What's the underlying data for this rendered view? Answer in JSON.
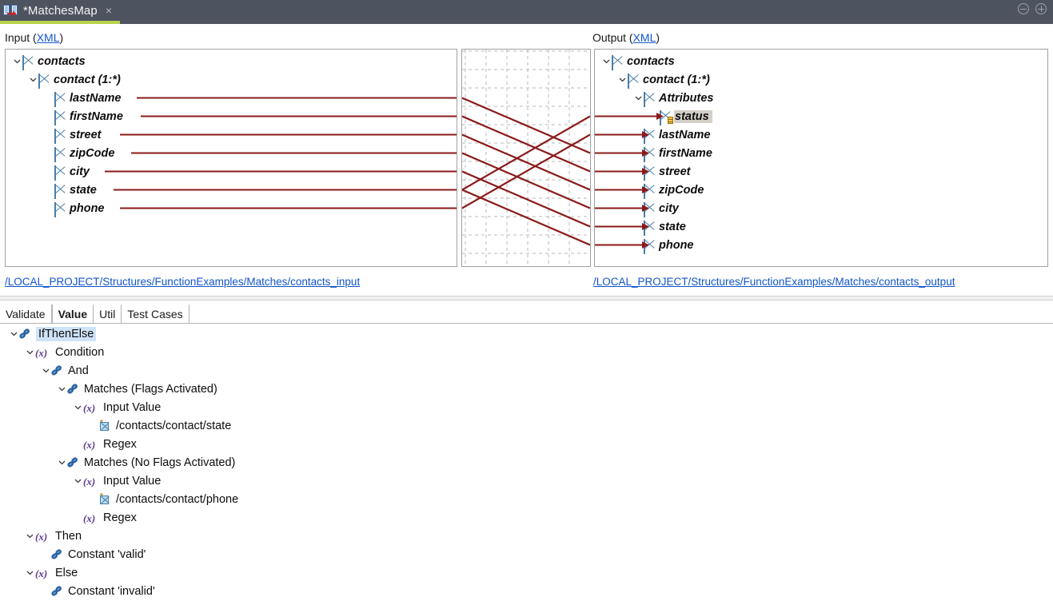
{
  "titlebar": {
    "tab_label": "*MatchesMap",
    "close_label": "×",
    "icon": "mapping-icon",
    "minimize_icon": "minimize-icon",
    "maximize_icon": "maximize-icon"
  },
  "mapping": {
    "input_label": "Input (",
    "input_link": "XML",
    "input_label_end": ")",
    "output_label": "Output (",
    "output_link": "XML",
    "output_label_end": ")",
    "input_path": "/LOCAL_PROJECT/Structures/FunctionExamples/Matches/contacts_input",
    "output_path": "/LOCAL_PROJECT/Structures/FunctionExamples/Matches/contacts_output",
    "line_color": "#8b1a1a",
    "grid_color": "#b8b8b8",
    "input_tree": [
      {
        "label": "contacts",
        "depth": 0,
        "expanded": true,
        "icon": "xml-element-icon"
      },
      {
        "label": "contact (1:*)",
        "depth": 1,
        "expanded": true,
        "icon": "xml-element-icon"
      },
      {
        "label": "lastName",
        "depth": 2,
        "expanded": false,
        "icon": "xml-element-icon"
      },
      {
        "label": "firstName",
        "depth": 2,
        "expanded": false,
        "icon": "xml-element-icon"
      },
      {
        "label": "street",
        "depth": 2,
        "expanded": false,
        "icon": "xml-element-icon"
      },
      {
        "label": "zipCode",
        "depth": 2,
        "expanded": false,
        "icon": "xml-element-icon"
      },
      {
        "label": "city",
        "depth": 2,
        "expanded": false,
        "icon": "xml-element-icon"
      },
      {
        "label": "state",
        "depth": 2,
        "expanded": false,
        "icon": "xml-element-icon"
      },
      {
        "label": "phone",
        "depth": 2,
        "expanded": false,
        "icon": "xml-element-icon"
      }
    ],
    "output_tree": [
      {
        "label": "contacts",
        "depth": 0,
        "expanded": true,
        "icon": "xml-element-icon",
        "selected": false
      },
      {
        "label": "contact (1:*)",
        "depth": 1,
        "expanded": true,
        "icon": "xml-element-icon",
        "selected": false
      },
      {
        "label": "Attributes",
        "depth": 2,
        "expanded": true,
        "icon": "xml-element-icon",
        "selected": false
      },
      {
        "label": "status",
        "depth": 3,
        "expanded": false,
        "icon": "xml-attribute-icon",
        "selected": true
      },
      {
        "label": "lastName",
        "depth": 2,
        "expanded": false,
        "icon": "xml-element-icon",
        "selected": false
      },
      {
        "label": "firstName",
        "depth": 2,
        "expanded": false,
        "icon": "xml-element-icon",
        "selected": false
      },
      {
        "label": "street",
        "depth": 2,
        "expanded": false,
        "icon": "xml-element-icon",
        "selected": false
      },
      {
        "label": "zipCode",
        "depth": 2,
        "expanded": false,
        "icon": "xml-element-icon",
        "selected": false
      },
      {
        "label": "city",
        "depth": 2,
        "expanded": false,
        "icon": "xml-element-icon",
        "selected": false
      },
      {
        "label": "state",
        "depth": 2,
        "expanded": false,
        "icon": "xml-element-icon",
        "selected": false
      },
      {
        "label": "phone",
        "depth": 2,
        "expanded": false,
        "icon": "xml-element-icon",
        "selected": false
      }
    ],
    "connections": [
      {
        "from": "lastName",
        "to": "firstName"
      },
      {
        "from": "firstName",
        "to": "street"
      },
      {
        "from": "street",
        "to": "zipCode"
      },
      {
        "from": "zipCode",
        "to": "city"
      },
      {
        "from": "city",
        "to": "state"
      },
      {
        "from": "state",
        "to": "phone"
      },
      {
        "from": "state",
        "to": "status"
      },
      {
        "from": "phone",
        "to": "lastName"
      }
    ]
  },
  "bottom": {
    "tabs": [
      {
        "label": "Validate",
        "active": false
      },
      {
        "label": "Value",
        "active": true
      },
      {
        "label": "Util",
        "active": false
      },
      {
        "label": "Test Cases",
        "active": false
      }
    ],
    "tree": [
      {
        "label": "IfThenElse",
        "depth": 0,
        "expanded": true,
        "icon": "function-icon",
        "selected": true
      },
      {
        "label": "Condition",
        "depth": 1,
        "expanded": true,
        "icon": "value-icon",
        "selected": false
      },
      {
        "label": "And",
        "depth": 2,
        "expanded": true,
        "icon": "function-icon",
        "selected": false
      },
      {
        "label": "Matches (Flags Activated)",
        "depth": 3,
        "expanded": true,
        "icon": "function-icon",
        "selected": false
      },
      {
        "label": "Input Value",
        "depth": 4,
        "expanded": true,
        "icon": "value-icon",
        "selected": false
      },
      {
        "label": "/contacts/contact/state",
        "depth": 5,
        "expanded": false,
        "icon": "xpath-icon",
        "selected": false
      },
      {
        "label": "Regex",
        "depth": 4,
        "expanded": false,
        "icon": "value-icon",
        "selected": false
      },
      {
        "label": "Matches (No Flags Activated)",
        "depth": 3,
        "expanded": true,
        "icon": "function-icon",
        "selected": false
      },
      {
        "label": "Input Value",
        "depth": 4,
        "expanded": true,
        "icon": "value-icon",
        "selected": false
      },
      {
        "label": "/contacts/contact/phone",
        "depth": 5,
        "expanded": false,
        "icon": "xpath-icon",
        "selected": false
      },
      {
        "label": "Regex",
        "depth": 4,
        "expanded": false,
        "icon": "value-icon",
        "selected": false
      },
      {
        "label": "Then",
        "depth": 1,
        "expanded": true,
        "icon": "value-icon",
        "selected": false
      },
      {
        "label": "Constant 'valid'",
        "depth": 2,
        "expanded": false,
        "icon": "function-icon",
        "selected": false
      },
      {
        "label": "Else",
        "depth": 1,
        "expanded": true,
        "icon": "value-icon",
        "selected": false
      },
      {
        "label": "Constant 'invalid'",
        "depth": 2,
        "expanded": false,
        "icon": "function-icon",
        "selected": false
      }
    ]
  }
}
